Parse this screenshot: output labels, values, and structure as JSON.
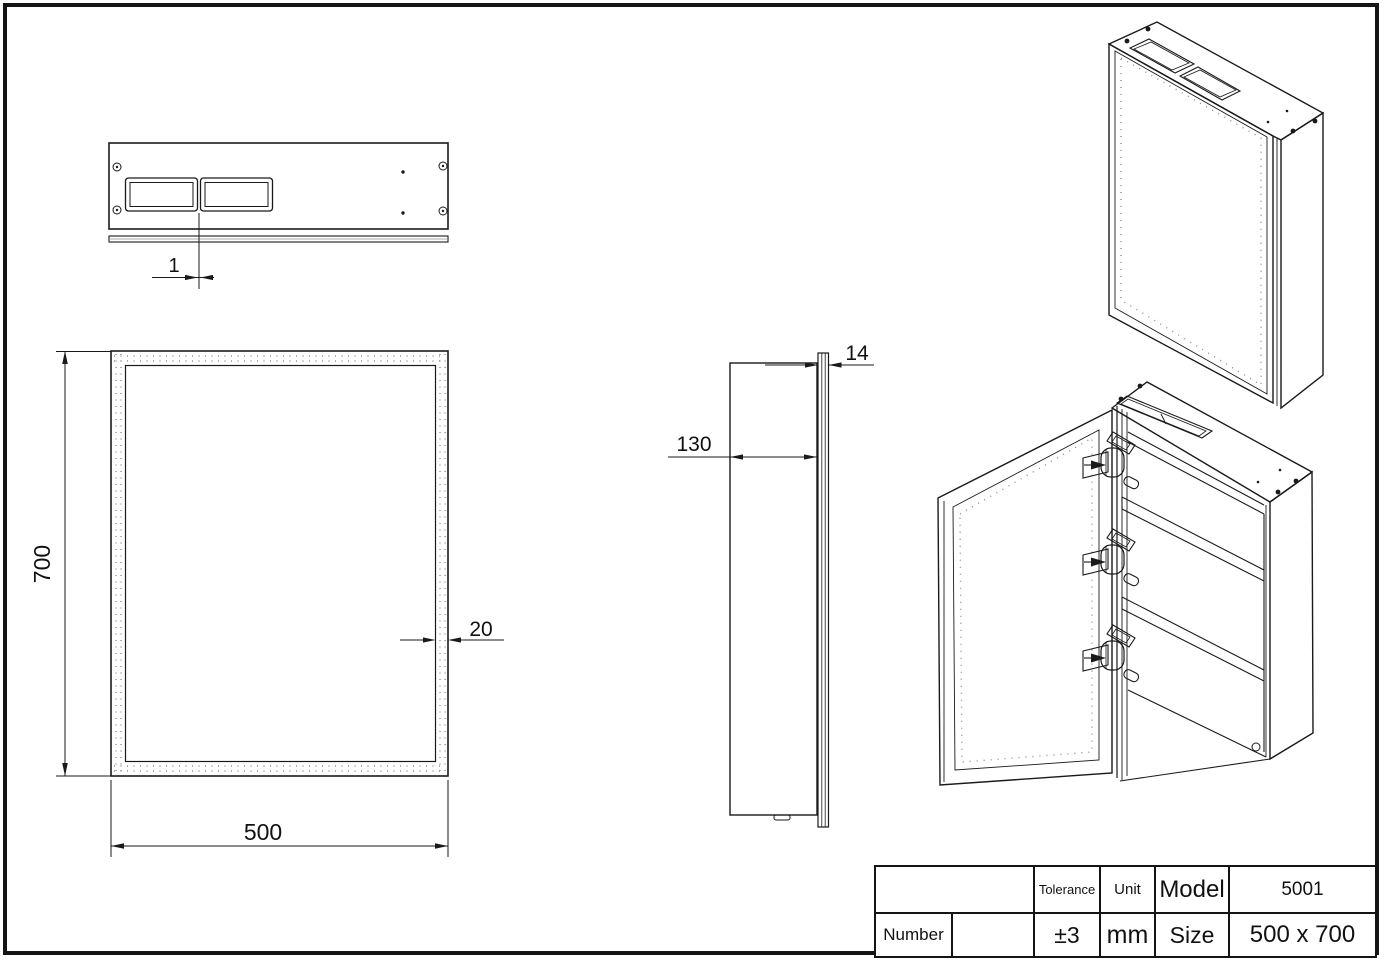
{
  "colors": {
    "line": "#1a1a1a",
    "stipple": "#8f8f8f",
    "background": "#ffffff"
  },
  "dimensions": {
    "top_gap": "1",
    "front_height": "700",
    "front_width": "500",
    "frame_width": "20",
    "side_depth": "130",
    "door_thickness": "14"
  },
  "title_block": {
    "number_label": "Number",
    "number_value": "",
    "tolerance_label": "Tolerance",
    "tolerance_value": "±3",
    "unit_label": "Unit",
    "unit_value": "mm",
    "model_label": "Model",
    "model_value": "5001",
    "size_label": "Size",
    "size_value": "500 x 700"
  }
}
